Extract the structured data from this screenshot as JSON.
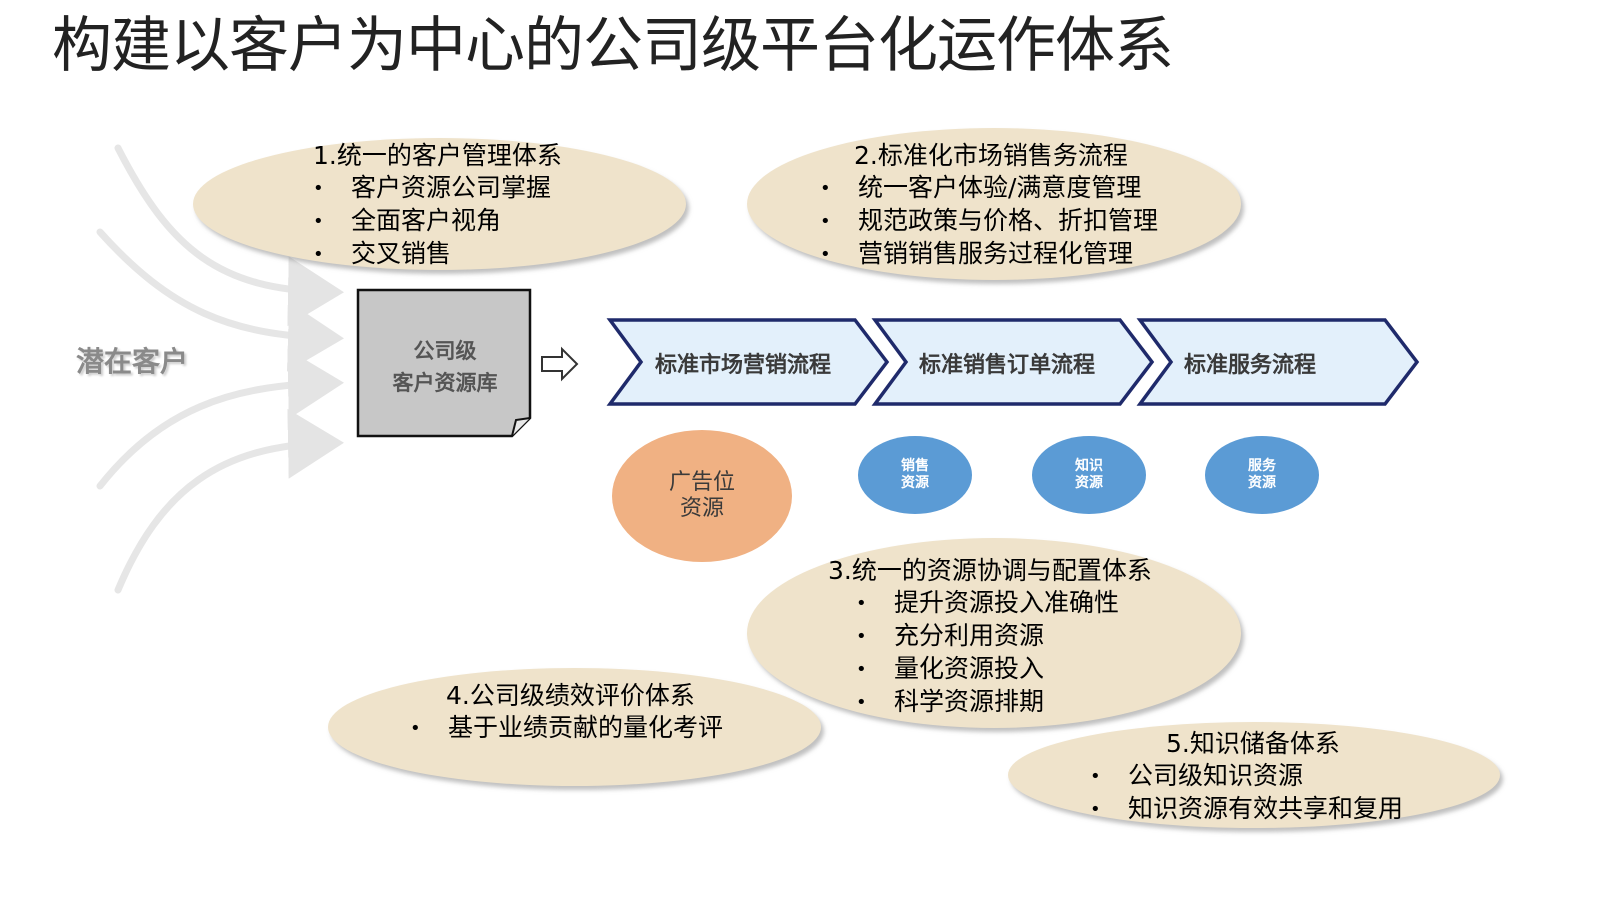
{
  "title": "构建以客户为中心的公司级平台化运作体系",
  "prospect_label": "潜在客户",
  "customer_db": {
    "line1": "公司级",
    "line2": "客户资源库"
  },
  "process_steps": [
    "标准市场营销流程",
    "标准销售订单流程",
    "标准服务流程"
  ],
  "resources": {
    "ad": "广告位 资源",
    "sales": "销售 资源",
    "knowledge": "知识 资源",
    "service": "服务 资源"
  },
  "bubbles": {
    "b1": {
      "heading": "1.统一的客户管理体系",
      "items": [
        "客户资源公司掌握",
        "全面客户视角",
        "交叉销售"
      ]
    },
    "b2": {
      "heading": "2.标准化市场销售务流程",
      "items": [
        "统一客户体验/满意度管理",
        "规范政策与价格、折扣管理",
        "营销销售服务过程化管理"
      ]
    },
    "b3": {
      "heading": "3.统一的资源协调与配置体系",
      "items": [
        "提升资源投入准确性",
        "充分利用资源",
        "量化资源投入",
        "科学资源排期"
      ]
    },
    "b4": {
      "heading": "4.公司级绩效评价体系",
      "items": [
        "基于业绩贡献的量化考评"
      ]
    },
    "b5": {
      "heading": "5.知识储备体系",
      "items": [
        "公司级知识资源",
        "知识资源有效共享和复用"
      ]
    }
  },
  "bullet_symbol": "•",
  "colors": {
    "bubble_fill": "#efe3cb",
    "chevron_fill": "#e3f0fb",
    "chevron_stroke": "#1f2a6b",
    "db_fill": "#c7c7c7",
    "ad_circle": "#f0b183",
    "blue_circle": "#5b9bd5"
  }
}
